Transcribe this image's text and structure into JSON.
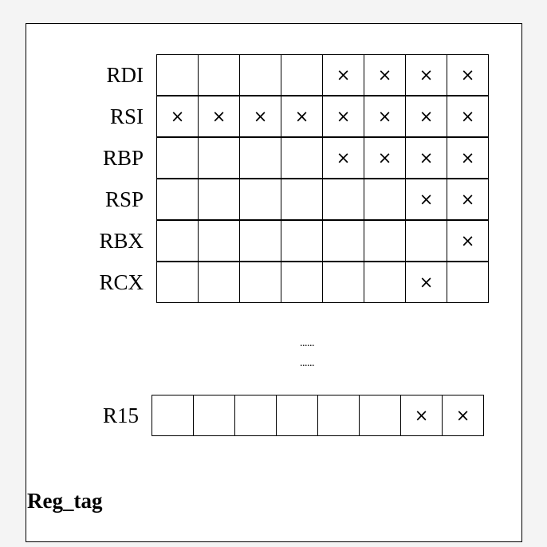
{
  "diagram": {
    "cell_marker": "×",
    "rows": [
      {
        "label": "RDI",
        "cells": [
          0,
          0,
          0,
          0,
          1,
          1,
          1,
          1
        ]
      },
      {
        "label": "RSI",
        "cells": [
          1,
          1,
          1,
          1,
          1,
          1,
          1,
          1
        ]
      },
      {
        "label": "RBP",
        "cells": [
          0,
          0,
          0,
          0,
          1,
          1,
          1,
          1
        ]
      },
      {
        "label": "RSP",
        "cells": [
          0,
          0,
          0,
          0,
          0,
          0,
          1,
          1
        ]
      },
      {
        "label": "RBX",
        "cells": [
          0,
          0,
          0,
          0,
          0,
          0,
          0,
          1
        ]
      },
      {
        "label": "RCX",
        "cells": [
          0,
          0,
          0,
          0,
          0,
          0,
          1,
          0
        ]
      }
    ],
    "ellipsis": [
      "......",
      "......"
    ],
    "last_row": {
      "label": "R15",
      "cells": [
        0,
        0,
        0,
        0,
        0,
        0,
        1,
        1
      ]
    },
    "footer_label": "Reg_tag"
  }
}
